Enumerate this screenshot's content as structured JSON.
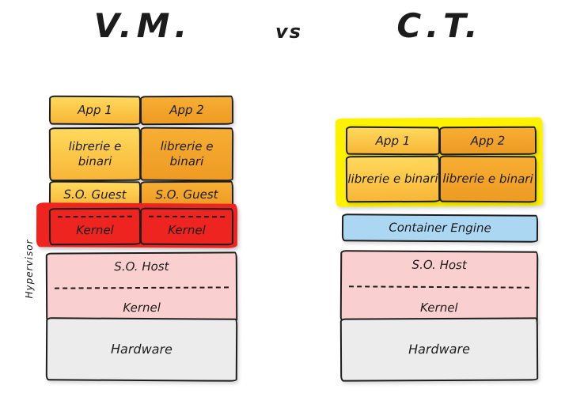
{
  "titles": {
    "vm": "V.M.",
    "vs": "vs",
    "ct": "C.T."
  },
  "vm": {
    "apps": [
      "App 1",
      "App 2"
    ],
    "libs": [
      "librerie e binari",
      "librerie e binari"
    ],
    "guests": [
      "S.O. Guest",
      "S.O. Guest"
    ],
    "kernels": [
      "Kernel",
      "Kernel"
    ],
    "hypervisor": "Hypervisor",
    "host_os": "S.O. Host",
    "host_kernel": "Kernel",
    "hardware": "Hardware"
  },
  "ct": {
    "apps": [
      "App 1",
      "App 2"
    ],
    "libs": [
      "librerie e binari",
      "librerie e binari"
    ],
    "engine": "Container Engine",
    "host_os": "S.O. Host",
    "host_kernel": "Kernel",
    "hardware": "Hardware"
  },
  "colors": {
    "app_light": "#ffd95c",
    "app_dark": "#f7ae33",
    "kernel_red": "#ee2420",
    "host_pink": "#f9cfcf",
    "hardware_gray": "#ececec",
    "engine_blue": "#abd7f3",
    "highlight_yellow": "#fff200",
    "ink": "#1d1d1d"
  }
}
